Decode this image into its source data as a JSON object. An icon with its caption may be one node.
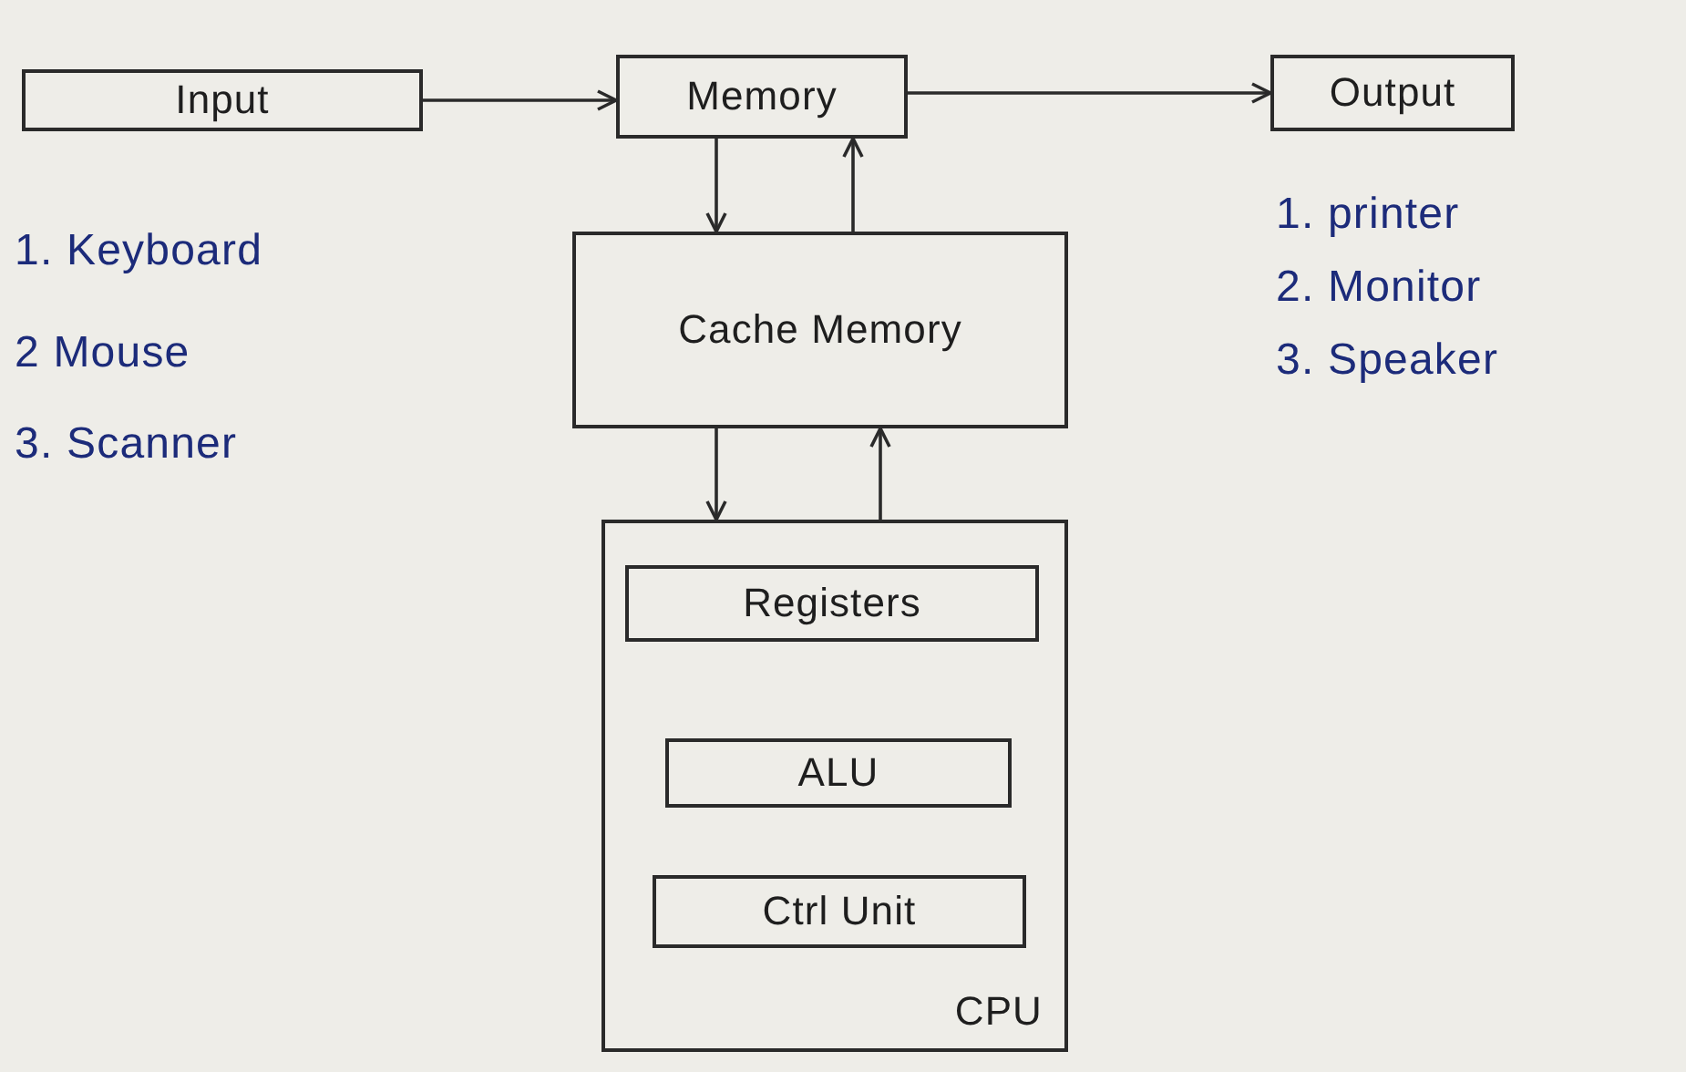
{
  "diagram": {
    "nodes": [
      {
        "text": [
          "Input"
        ]
      },
      {
        "text": [
          "Memory"
        ]
      },
      {
        "text": [
          "Output"
        ]
      },
      {
        "text": [
          "Cache Memory"
        ]
      },
      {
        "text": [
          "CPU"
        ]
      },
      {
        "text": [
          "Registers"
        ],
        "in": 4
      },
      {
        "text": [
          "ALU"
        ],
        "in": 4
      },
      {
        "text": [
          "Ctrl Unit"
        ],
        "in": 4
      }
    ],
    "edges": [
      {
        "from": 0,
        "to": 1,
        "arrow": "to"
      },
      {
        "from": 1,
        "to": 2,
        "arrow": "to"
      },
      {
        "from": 1,
        "to": 3,
        "arrow": "to"
      },
      {
        "from": 3,
        "to": 1,
        "arrow": "to"
      },
      {
        "from": 3,
        "to": 4,
        "arrow": "to"
      },
      {
        "from": 4,
        "to": 3,
        "arrow": "to"
      }
    ],
    "labels": [
      "1. Keyboard",
      "2 Mouse",
      "3. Scanner",
      "1. printer",
      "2. Monitor",
      "3. Speaker"
    ]
  }
}
